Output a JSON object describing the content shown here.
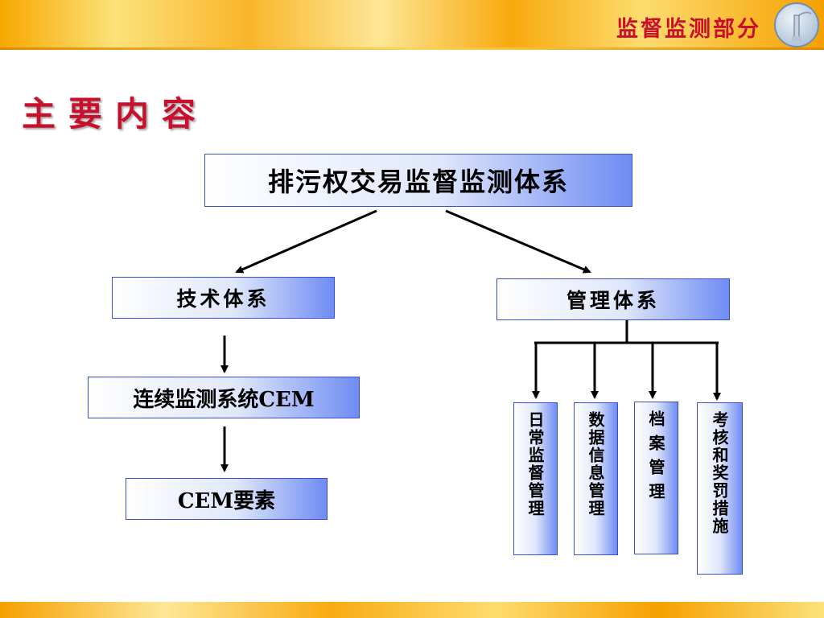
{
  "header": {
    "section_title": "监督监测部分"
  },
  "page": {
    "title": "主要内容"
  },
  "diagram": {
    "root": "排污权交易监督监测体系",
    "tech": {
      "label": "技术体系",
      "children": [
        "连续监测系统CEM",
        "CEM要素"
      ]
    },
    "mgmt": {
      "label": "管理体系",
      "children": [
        "日常监督管理",
        "数据信息管理",
        "档案管理",
        "考核和奖罚措施"
      ]
    }
  },
  "colors": {
    "title_red": "#c8102e",
    "box_border": "#3a4fd0",
    "box_gradient_end": "#6f8cf3",
    "band_orange": "#f6a000"
  }
}
